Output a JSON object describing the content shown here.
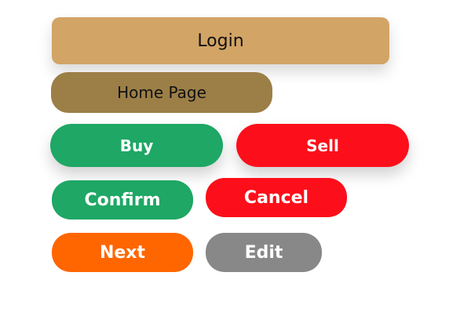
{
  "buttons": {
    "login": {
      "label": "Login",
      "color": "#d2a466"
    },
    "home": {
      "label": "Home Page",
      "color": "#9c7f47"
    },
    "buy": {
      "label": "Buy",
      "color": "#1ea765"
    },
    "sell": {
      "label": "Sell",
      "color": "#fc0f1a"
    },
    "confirm": {
      "label": "Confirm",
      "color": "#1ea765"
    },
    "cancel": {
      "label": "Cancel",
      "color": "#fc0f1a"
    },
    "next": {
      "label": "Next",
      "color": "#ff6600"
    },
    "edit": {
      "label": "Edit",
      "color": "#888888"
    }
  }
}
